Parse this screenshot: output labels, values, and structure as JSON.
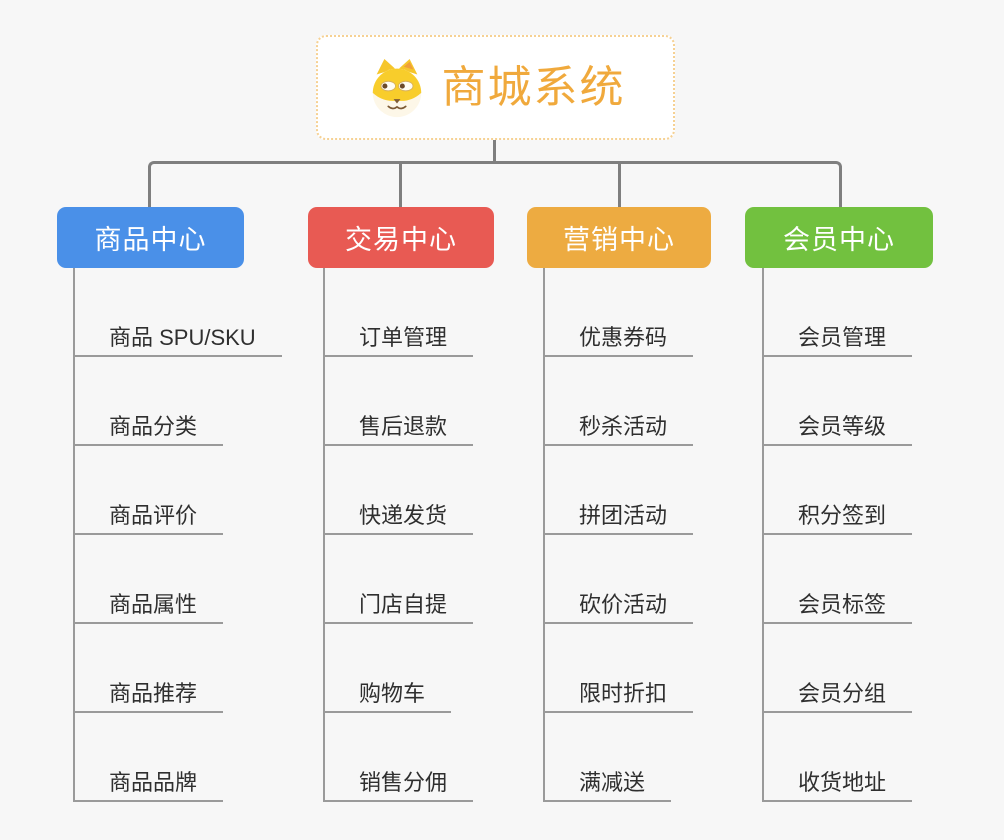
{
  "canvas": {
    "background": "#f7f7f7",
    "connector_color": "#7f7f7f"
  },
  "root": {
    "title": "商城系统",
    "icon": "shiba-dog-icon",
    "text_color": "#f0a93c",
    "border_color": "#f6d193"
  },
  "branches": [
    {
      "label": "商品中心",
      "color": "#4a90e8",
      "items": [
        "商品 SPU/SKU",
        "商品分类",
        "商品评价",
        "商品属性",
        "商品推荐",
        "商品品牌"
      ]
    },
    {
      "label": "交易中心",
      "color": "#e85a53",
      "items": [
        "订单管理",
        "售后退款",
        "快递发货",
        "门店自提",
        "购物车",
        "销售分佣"
      ]
    },
    {
      "label": "营销中心",
      "color": "#edab41",
      "items": [
        "优惠券码",
        "秒杀活动",
        "拼团活动",
        "砍价活动",
        "限时折扣",
        "满减送"
      ]
    },
    {
      "label": "会员中心",
      "color": "#72c13f",
      "items": [
        "会员管理",
        "会员等级",
        "积分签到",
        "会员标签",
        "会员分组",
        "收货地址"
      ]
    }
  ]
}
